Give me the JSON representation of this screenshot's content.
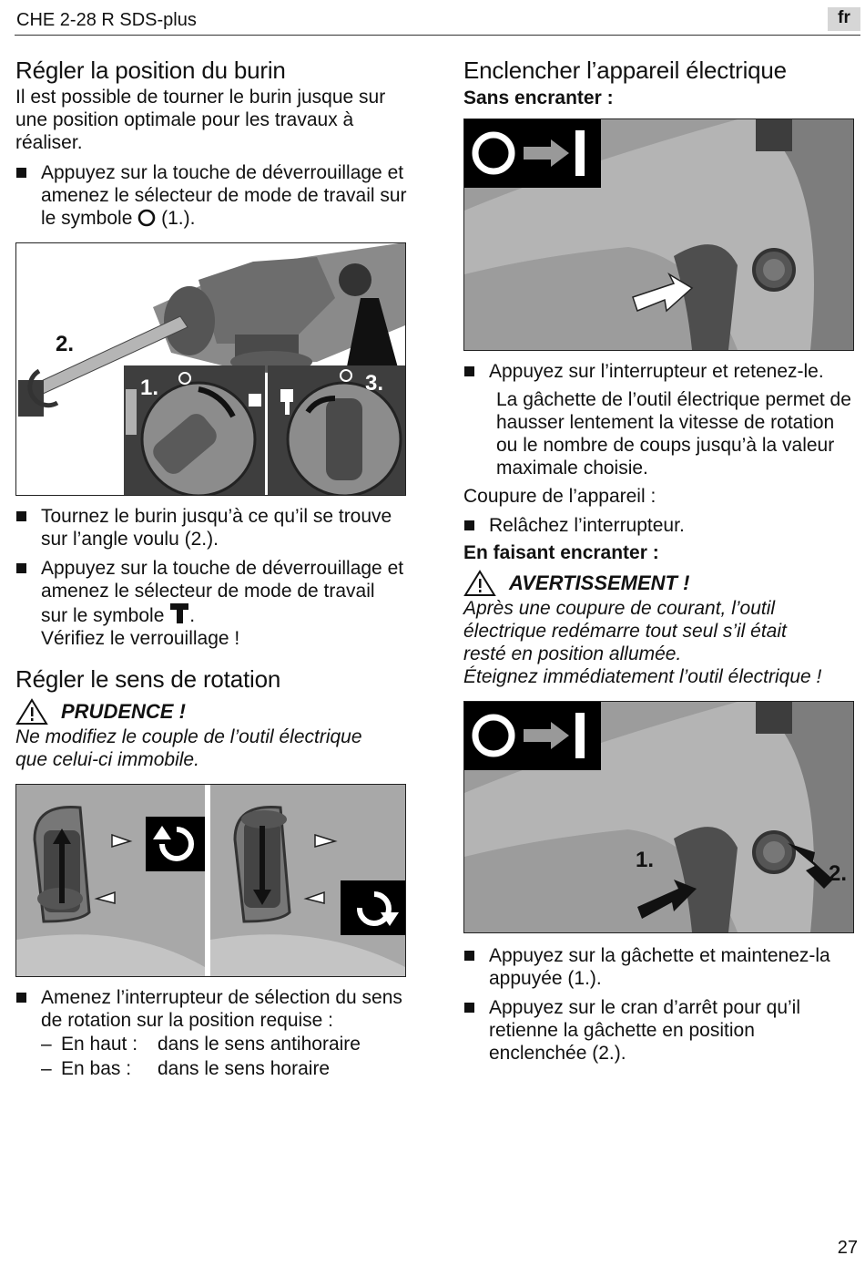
{
  "header": {
    "model": "CHE 2-28 R SDS-plus",
    "language": "fr"
  },
  "page_number": "27",
  "left": {
    "section1": {
      "title": "Régler la position du burin",
      "intro": "Il est possible de tourner le burin jusque sur une position optimale pour les travaux à réaliser.",
      "step1_before": "Appuyez sur la touche de déverrouillage et amenez le sélecteur de mode de travail sur le symbole",
      "step1_after": "(1.).",
      "figure_labels": {
        "step1": "1.",
        "step2": "2.",
        "step3": "3."
      },
      "step2": "Tournez le burin jusqu’à ce qu’il se trouve sur l’angle voulu (2.).",
      "step3_before": "Appuyez sur la touche de déverrouillage et amenez le sélecteur de mode de travail sur le symbole",
      "step3_after": ".",
      "step3_check": "Vérifiez le verrouillage !"
    },
    "section2": {
      "title": "Régler le sens de rotation",
      "caution_label": "PRUDENCE !",
      "caution_text": "Ne modifiez le couple de l’outil électrique que celui-ci immobile.",
      "step": "Amenez l’interrupteur de sélection du sens de rotation sur la position requise :",
      "options": [
        {
          "dash": "–",
          "position": "En haut :",
          "direction": "dans le sens antihoraire"
        },
        {
          "dash": "–",
          "position": "En bas :",
          "direction": "dans le sens horaire"
        }
      ]
    }
  },
  "right": {
    "title": "Enclencher l’appareil électrique",
    "sub1": "Sans encranter :",
    "sub1_step": "Appuyez sur l’interrupteur et retenez-le.",
    "sub1_note": "La gâchette de l’outil électrique permet de hausser lentement la vitesse de rotation ou le nombre de coups jusqu’à la valeur maximale choisie.",
    "shutdown_label": "Coupure de l’appareil :",
    "shutdown_step": "Relâchez l’interrupteur.",
    "sub2": "En faisant encranter :",
    "warning_label": "AVERTISSEMENT !",
    "warning_text": "Après une coupure de courant, l’outil électrique redémarre tout seul s’il était resté en position allumée.",
    "warning_text2": "Éteignez immédiatement l’outil électrique !",
    "figure_labels": {
      "step1": "1.",
      "step2": "2."
    },
    "sub2_step1": "Appuyez sur la gâchette et maintenez-la appuyée (1.).",
    "sub2_step2": "Appuyez sur le cran d’arrêt pour qu’il retienne la gâchette en position enclenchée (2.)."
  },
  "colors": {
    "figure_bg": "#9a9a9a",
    "figure_dark": "#3a3a3a",
    "symbol_bg": "#000000",
    "lang_badge_bg": "#d6d6d6"
  }
}
